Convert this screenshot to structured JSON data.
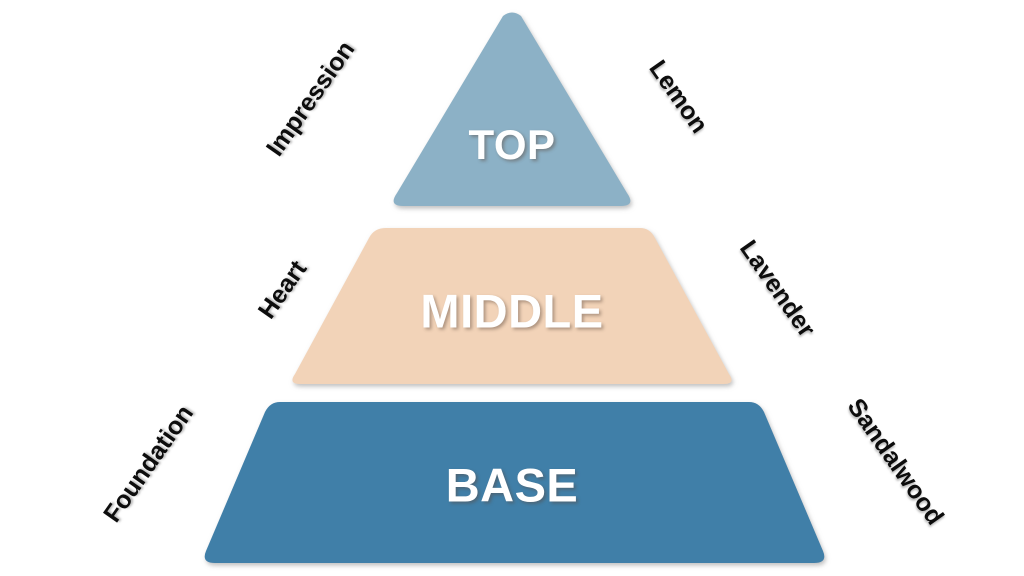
{
  "diagram": {
    "kind": "fragrance-pyramid",
    "background_color": "#ffffff",
    "layers": [
      {
        "id": "top",
        "caption": "TOP",
        "fill_color": "#8CB1C6",
        "left_label": "Impression",
        "right_label": "Lemon",
        "shape": "triangle"
      },
      {
        "id": "middle",
        "caption": "MIDDLE",
        "fill_color": "#F2D3B8",
        "left_label": "Heart",
        "right_label": "Lavender",
        "shape": "trapezoid"
      },
      {
        "id": "base",
        "caption": "BASE",
        "fill_color": "#417FA8",
        "left_label": "Foundation",
        "right_label": "Sandalwood",
        "shape": "trapezoid"
      }
    ],
    "caption_text_color": "#ffffff",
    "side_label_text_color": "#0d0d0d"
  }
}
